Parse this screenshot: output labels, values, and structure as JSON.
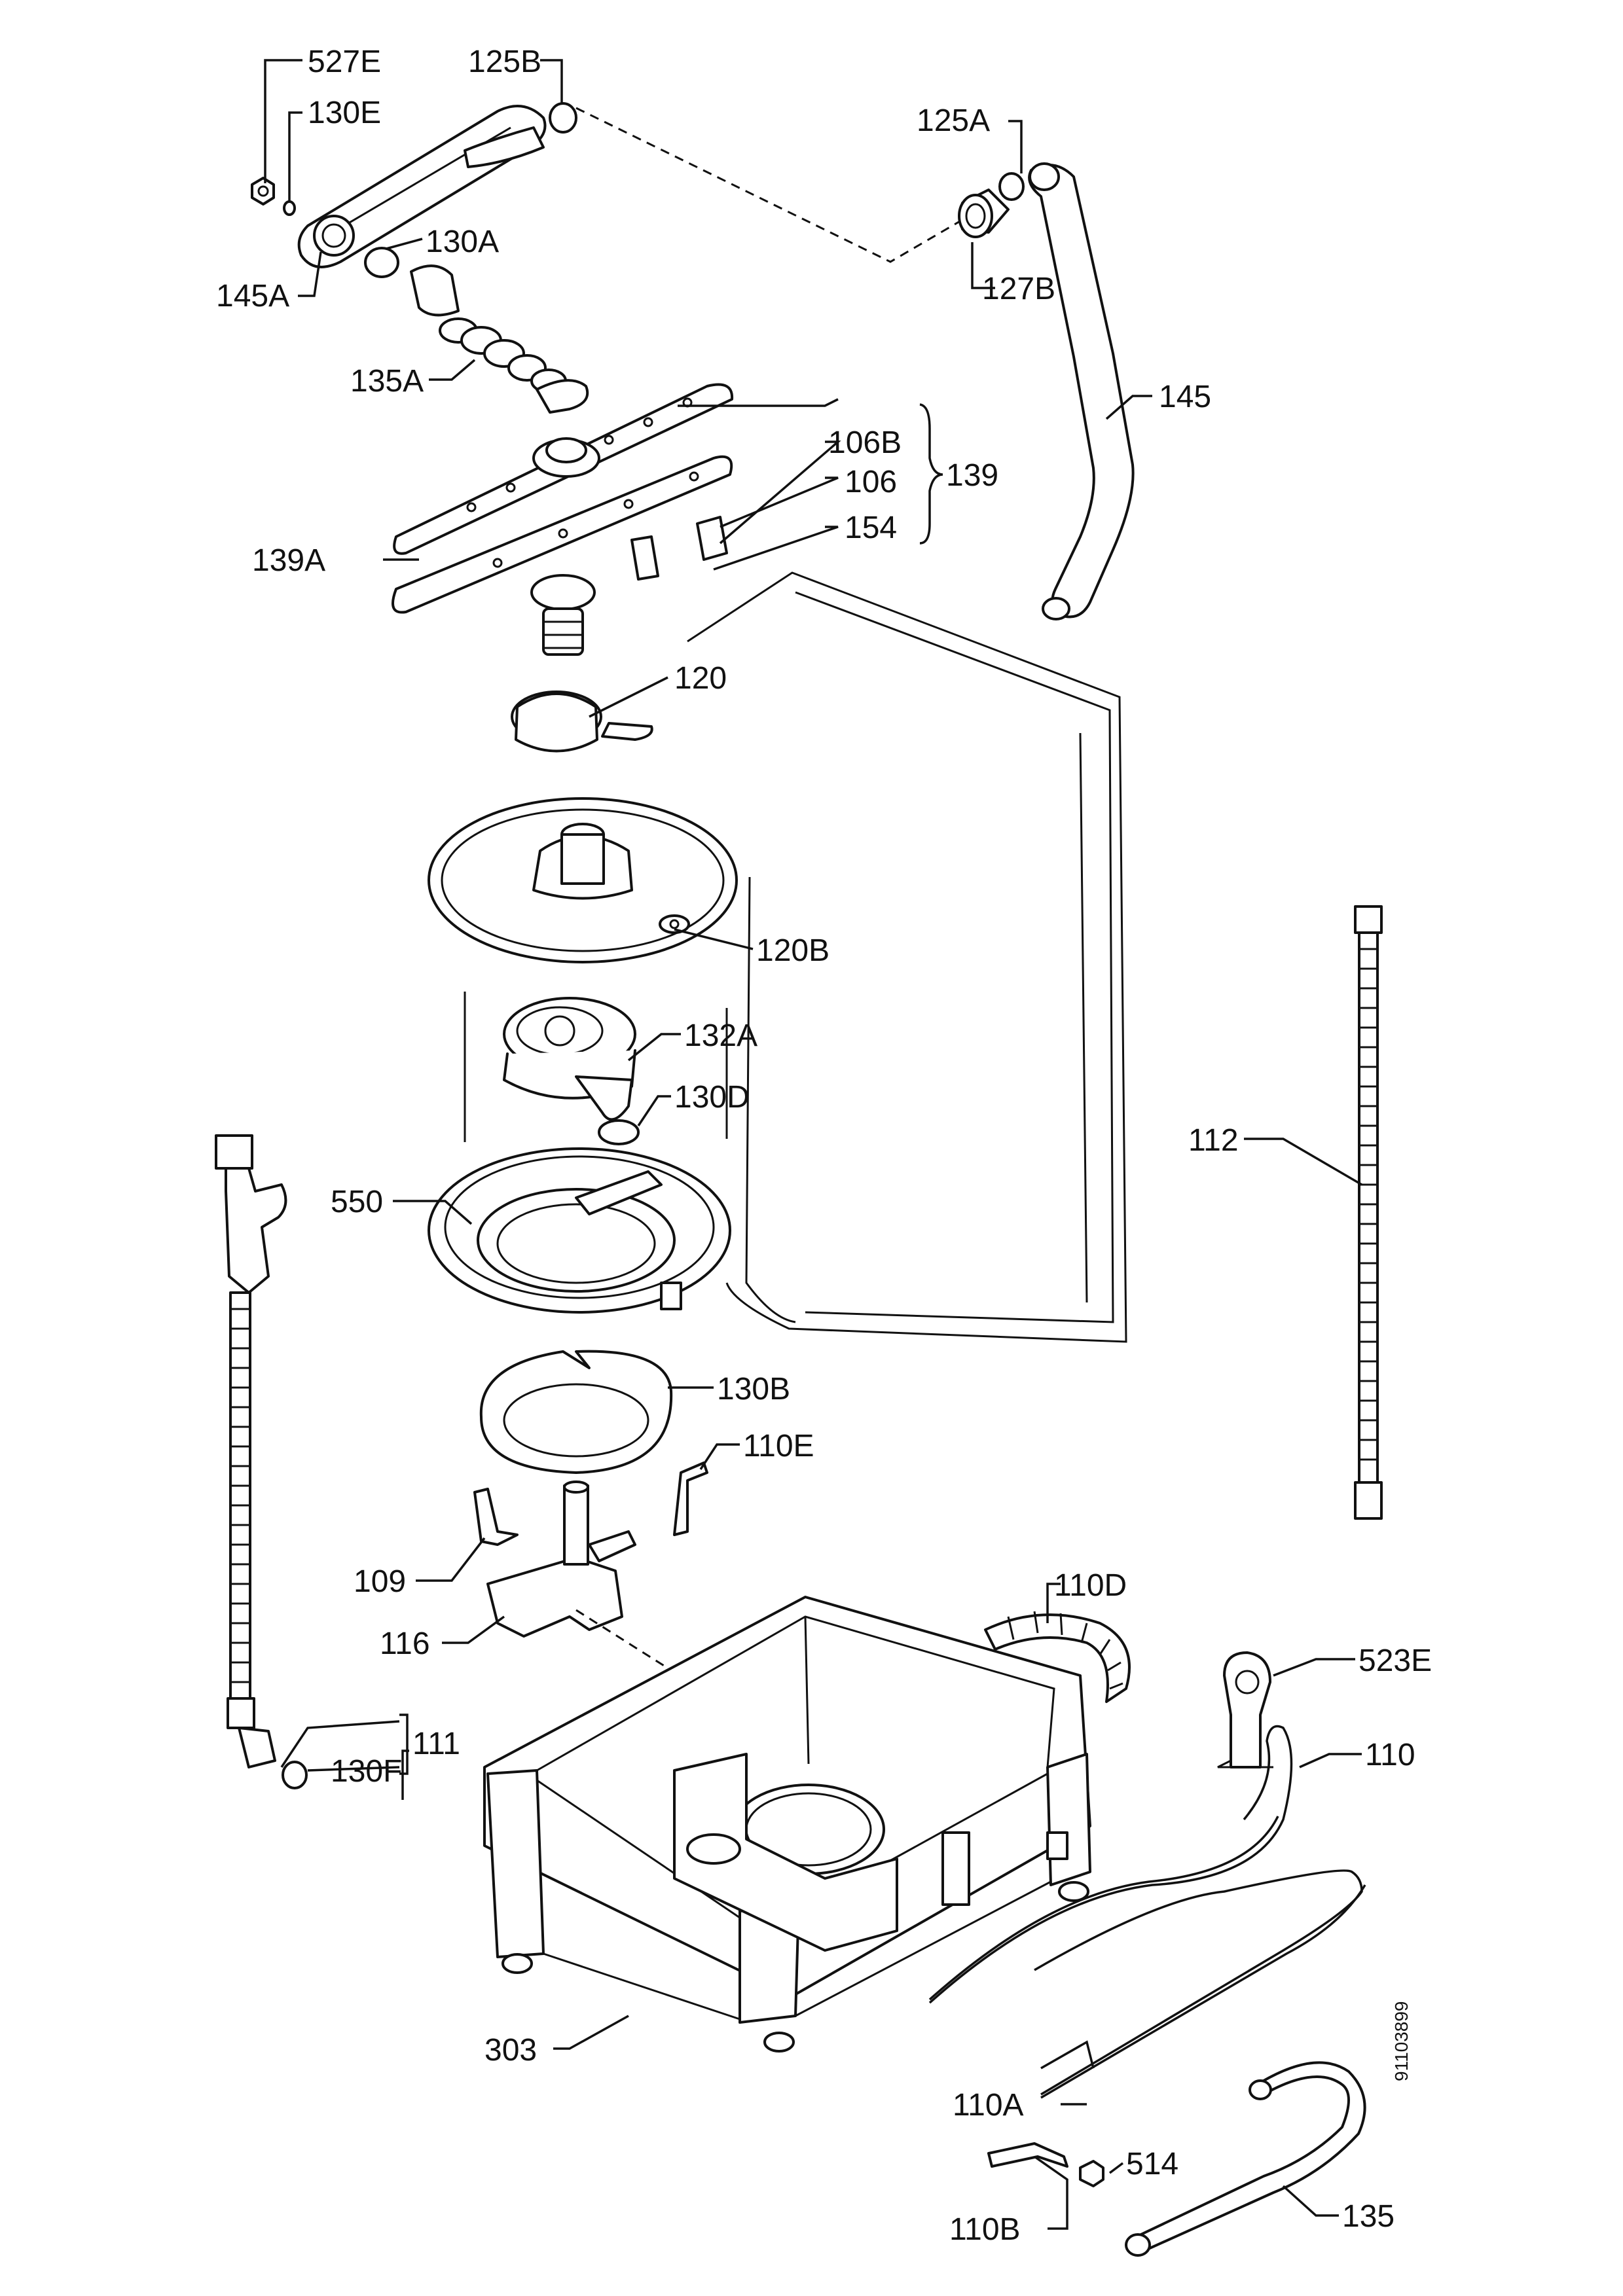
{
  "document_number": "91103899",
  "callouts": {
    "p527E": "527E",
    "p130E": "130E",
    "p125B": "125B",
    "p125A": "125A",
    "p130A": "130A",
    "p145A": "145A",
    "p127B": "127B",
    "p135A": "135A",
    "p145": "145",
    "p106B": "106B",
    "p139": "139",
    "p106": "106",
    "p154": "154",
    "p139A": "139A",
    "p120": "120",
    "p120B": "120B",
    "p132A": "132A",
    "p130D": "130D",
    "p112": "112",
    "p550": "550",
    "p130B": "130B",
    "p110E": "110E",
    "p109": "109",
    "p116": "116",
    "p110D": "110D",
    "p523E": "523E",
    "p111": "111",
    "p130F": "130F",
    "p110": "110",
    "p303": "303",
    "p110A": "110A",
    "p514": "514",
    "p110B": "110B",
    "p135": "135"
  },
  "colors": {
    "line": "#111111",
    "paper": "#ffffff",
    "shade": "#e6e6e6"
  }
}
